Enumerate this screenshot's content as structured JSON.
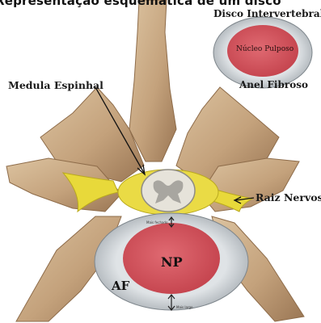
{
  "header": {
    "title": "Representação esquemática de um disco"
  },
  "inset": {
    "title": "Disco Intervertebral",
    "nucleus_label": "Núcleo Pulposo",
    "annulus_label": "Anel Fibroso"
  },
  "labels": {
    "spinal_cord": "Medula Espinhal",
    "nerve_root": "Raiz Nervosa",
    "nucleus_abbrev": "NP",
    "annulus_abbrev": "AF",
    "tiny_top": "Mais fechado",
    "tiny_bottom": "Mais largo"
  },
  "colors": {
    "bone": "#c9ab86",
    "bone_dark": "#8e6c4a",
    "nucleus": "#d4555e",
    "annulus": "#c7cdd2",
    "nerve": "#e8d93a",
    "cord": "#e6e3da",
    "grey_matter": "#a8a6a0"
  }
}
